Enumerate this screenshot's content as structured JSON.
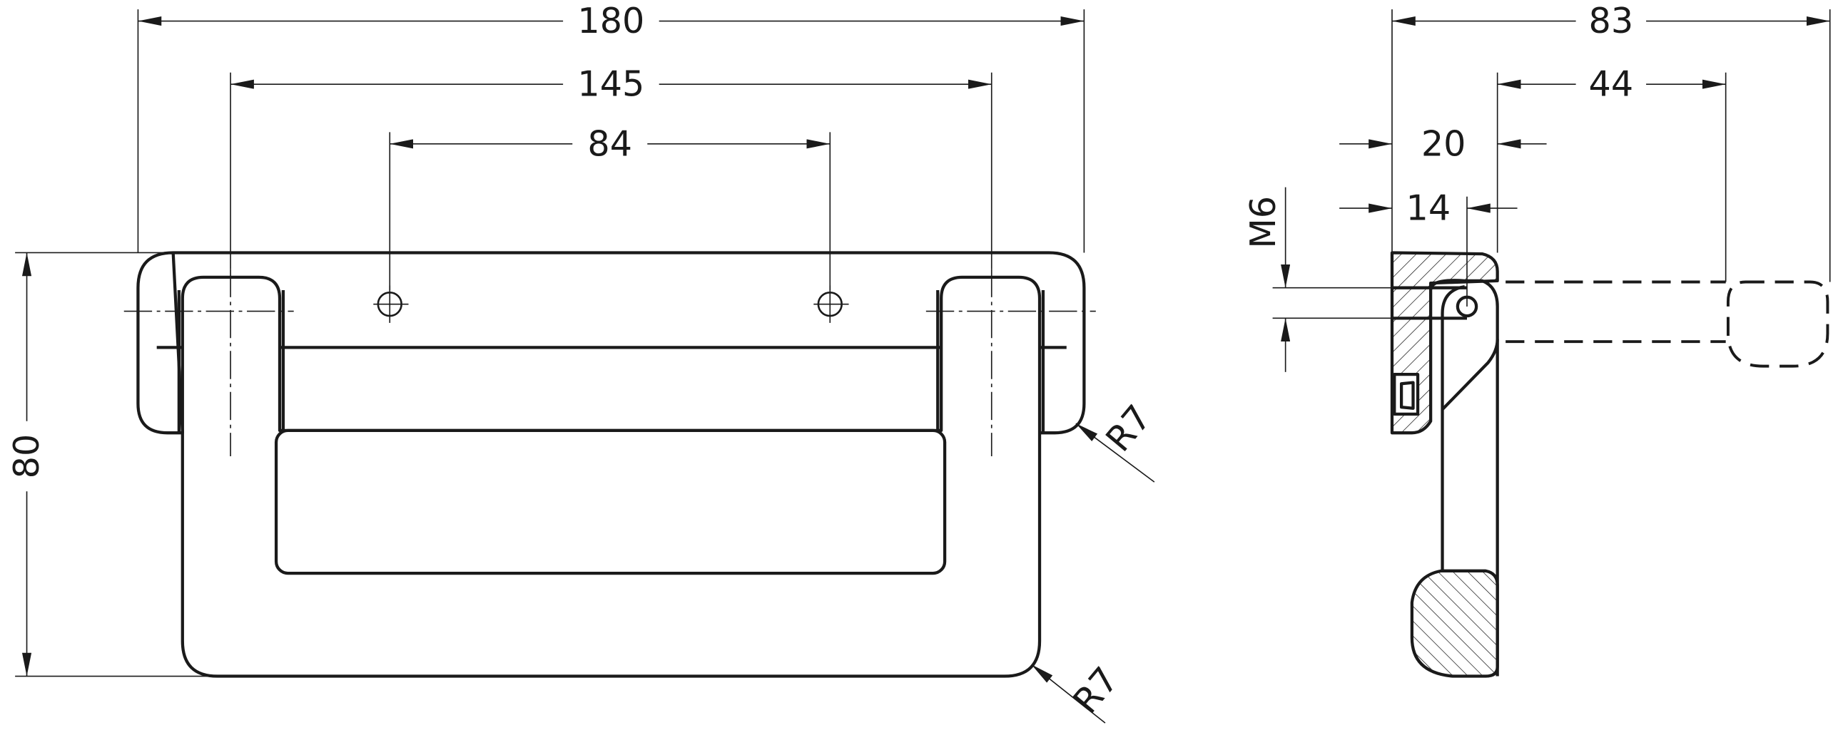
{
  "drawing": {
    "front_view": {
      "dim_overall_width": "180",
      "dim_leg_spacing": "145",
      "dim_hole_spacing": "84",
      "dim_height": "80",
      "radius_top": "R7",
      "radius_bottom": "R7"
    },
    "side_view": {
      "dim_swing_depth": "83",
      "dim_handle_offset": "44",
      "dim_base_depth": "20",
      "dim_plate_thickness": "14",
      "thread": "M6"
    },
    "colors": {
      "line": "#1a1a1a",
      "background": "#ffffff"
    }
  }
}
